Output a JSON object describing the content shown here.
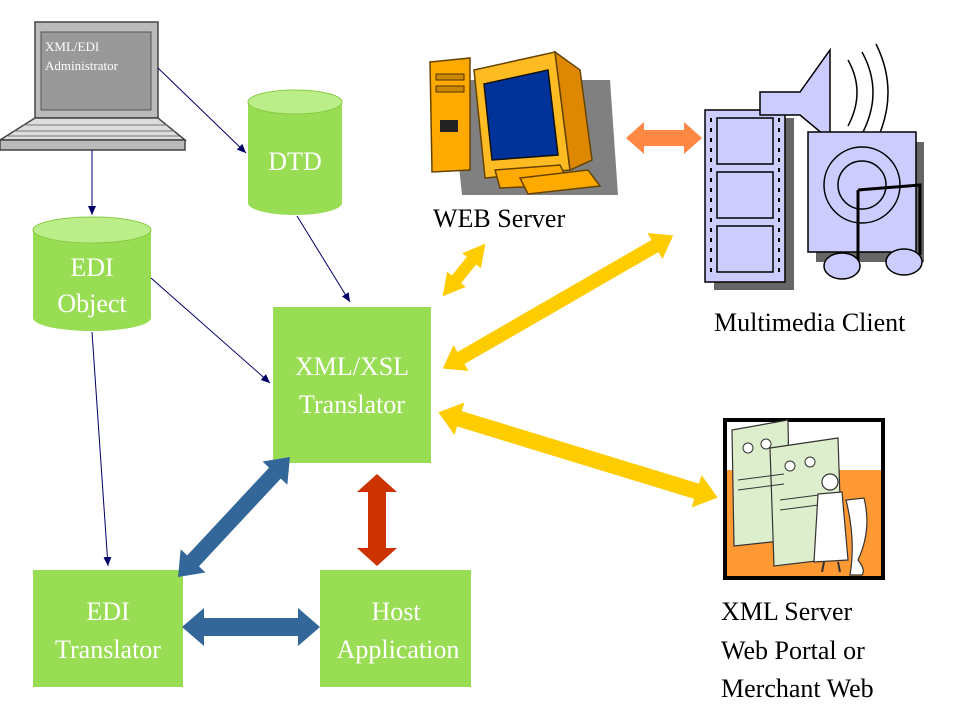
{
  "colors": {
    "node_green": "#99dd55",
    "node_green_dark": "#88cc44",
    "arrow_yellow": "#ffcc00",
    "arrow_blue": "#336699",
    "arrow_red": "#cc3300",
    "arrow_orange": "#ff8844"
  },
  "laptop": {
    "line1": "XML/EDI",
    "line2": "Administrator"
  },
  "dtd": {
    "label": "DTD"
  },
  "edi_object": {
    "line1": "EDI",
    "line2": "Object"
  },
  "xml_xsl_translator": {
    "line1": "XML/XSL",
    "line2": "Translator"
  },
  "edi_translator": {
    "line1": "EDI",
    "line2": "Translator"
  },
  "host_application": {
    "line1": "Host",
    "line2": "Application"
  },
  "web_server": {
    "label": "WEB Server",
    "icon": "computer-icon"
  },
  "multimedia_client": {
    "label": "Multimedia Client",
    "icon": "multimedia-clipart-icon"
  },
  "xml_server": {
    "line1": "XML Server",
    "line2": "Web Portal or",
    "line3": "Merchant Web",
    "icon": "server-room-clipart-icon"
  }
}
